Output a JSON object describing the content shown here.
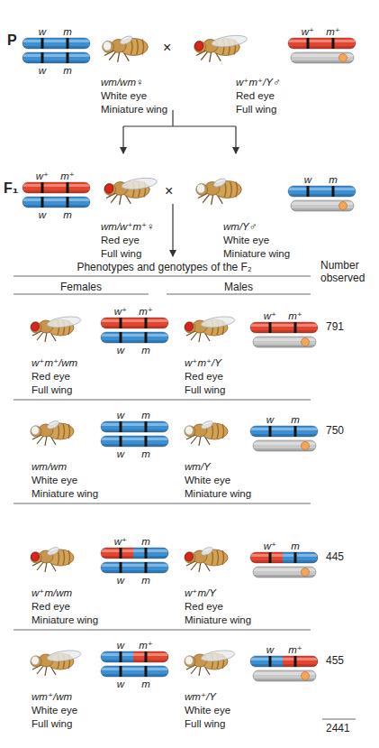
{
  "diagram": {
    "labels": [
      "P",
      "w",
      "m",
      "w",
      "m",
      "wm/wm♀",
      "White eye",
      "Miniature wing",
      "×",
      "w⁺",
      "m⁺",
      "w⁺m⁺/Y♂",
      "Red eye",
      "Full wing",
      "F₁",
      "w⁺",
      "m⁺",
      "w",
      "m",
      "wm/w⁺m⁺♀",
      "Red eye",
      "Full wing",
      "×",
      "w",
      "m",
      "wm/Y♂",
      "White eye",
      "Miniature wing",
      "Phenotypes and genotypes of the F₂",
      "Number observed",
      "Females",
      "Males",
      "w⁺",
      "m⁺",
      "w",
      "m",
      "w⁺m⁺/wm",
      "Red eye",
      "Full wing",
      "w⁺",
      "m⁺",
      "w⁺m⁺/Y",
      "Red eye",
      "Full wing",
      "791",
      "w",
      "m",
      "w",
      "m",
      "wm/wm",
      "White eye",
      "Miniature wing",
      "w",
      "m",
      "wm/Y",
      "White eye",
      "Miniature wing",
      "750",
      "w⁺",
      "m",
      "w",
      "m",
      "w⁺m/wm",
      "Red eye",
      "Miniature wing",
      "w⁺",
      "m",
      "w⁺m/Y",
      "Red eye",
      "Miniature wing",
      "445",
      "w",
      "m⁺",
      "w",
      "m",
      "wm⁺/wm",
      "White eye",
      "Full wing",
      "w",
      "m⁺",
      "wm⁺/Y",
      "White eye",
      "Full wing",
      "455",
      "2441"
    ]
  }
}
